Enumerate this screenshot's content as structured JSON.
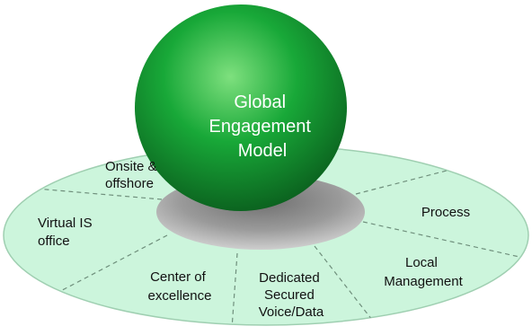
{
  "center": {
    "lines": [
      "Global",
      "Engagement",
      "Model"
    ]
  },
  "segments": [
    {
      "id": "onsite",
      "lines": [
        "Onsite &",
        "offshore"
      ]
    },
    {
      "id": "virtual",
      "lines": [
        "Virtual IS",
        "office"
      ]
    },
    {
      "id": "center",
      "lines": [
        "Center of",
        "excellence"
      ]
    },
    {
      "id": "dedicated",
      "lines": [
        "Dedicated",
        "Secured",
        "Voice/Data"
      ]
    },
    {
      "id": "local",
      "lines": [
        "Local",
        "Management"
      ]
    },
    {
      "id": "process",
      "lines": [
        "Process"
      ]
    }
  ],
  "colors": {
    "ring_fill": "#ccf5dc",
    "ring_stroke": "#9fcfb1",
    "divider": "#6f8f7c",
    "sphere_light": "#7ee07e",
    "sphere_mid": "#18a838",
    "sphere_dark": "#0a5a1c",
    "shadow_light": "#d8d8d8",
    "shadow_dark": "#6e6e6e",
    "center_text": "#ffffff",
    "label_text": "#111111"
  }
}
